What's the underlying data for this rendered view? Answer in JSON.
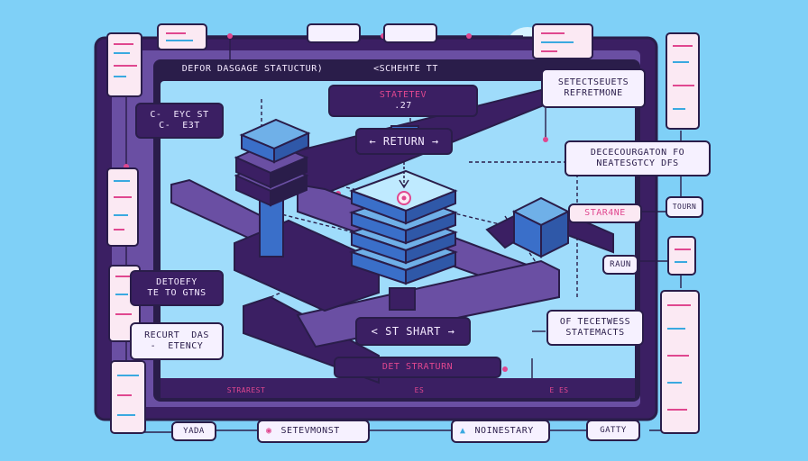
{
  "frame": {
    "title_left": "DEFOR DASGAGE STATUCTUR)",
    "title_right": "<SCHEHTE TT",
    "footer_left": "STRAREST",
    "footer_mid": "ES",
    "footer_right": "E ES"
  },
  "nodes": {
    "statetev": "STATETEV",
    "statetev_sub": ".27",
    "return_button": "RETURN",
    "st_shart_button": "ST SHART",
    "eyc_st": "C-  EYC ST\nC-  E3T",
    "setectsets": "SETECTSEUETS\nREFRETMONE",
    "deceourgation": "DECECOURGATON FO\nNEATESGTCY DFS",
    "starine": "STAR4NE",
    "detoefy": "DETOEFY\nTE TO GTNS",
    "recurt_das": "RECURT  DAS\n-  ETENCY",
    "of_tecetwess": "OF TECETWESS\nSTATEMACTS",
    "det_straturn": "DET STRATURN",
    "tourn": "TOURN",
    "raun": "RAUN",
    "bottom_yada": "YADA",
    "bottom_setevmonst": "SETEVMONST",
    "bottom_noinestary": "NOINESTARY",
    "bottom_gatty": "GATTY"
  },
  "colors": {
    "background": "#7fd0f7",
    "outline": "#2a1d4a",
    "deep_purple": "#3b1f63",
    "accent_pink": "#e0478f",
    "screen_blue": "#9fdcfb",
    "card_pink": "#fbe9f3"
  }
}
